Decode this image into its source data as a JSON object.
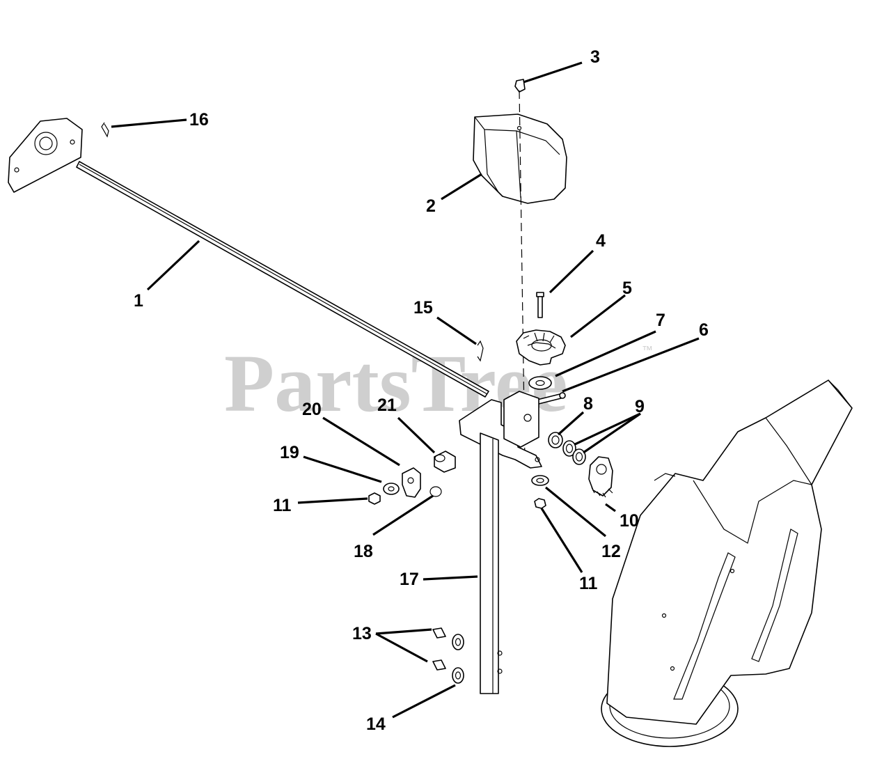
{
  "watermark": {
    "text": "PartsTree",
    "trademark": "™"
  },
  "callouts": {
    "c1": "1",
    "c2": "2",
    "c3": "3",
    "c4": "4",
    "c5": "5",
    "c6": "6",
    "c7": "7",
    "c8": "8",
    "c9": "9",
    "c10": "10",
    "c11a": "11",
    "c11b": "11",
    "c12": "12",
    "c13": "13",
    "c14": "14",
    "c15": "15",
    "c16": "16",
    "c17": "17",
    "c18": "18",
    "c19": "19",
    "c20": "20",
    "c21": "21"
  }
}
